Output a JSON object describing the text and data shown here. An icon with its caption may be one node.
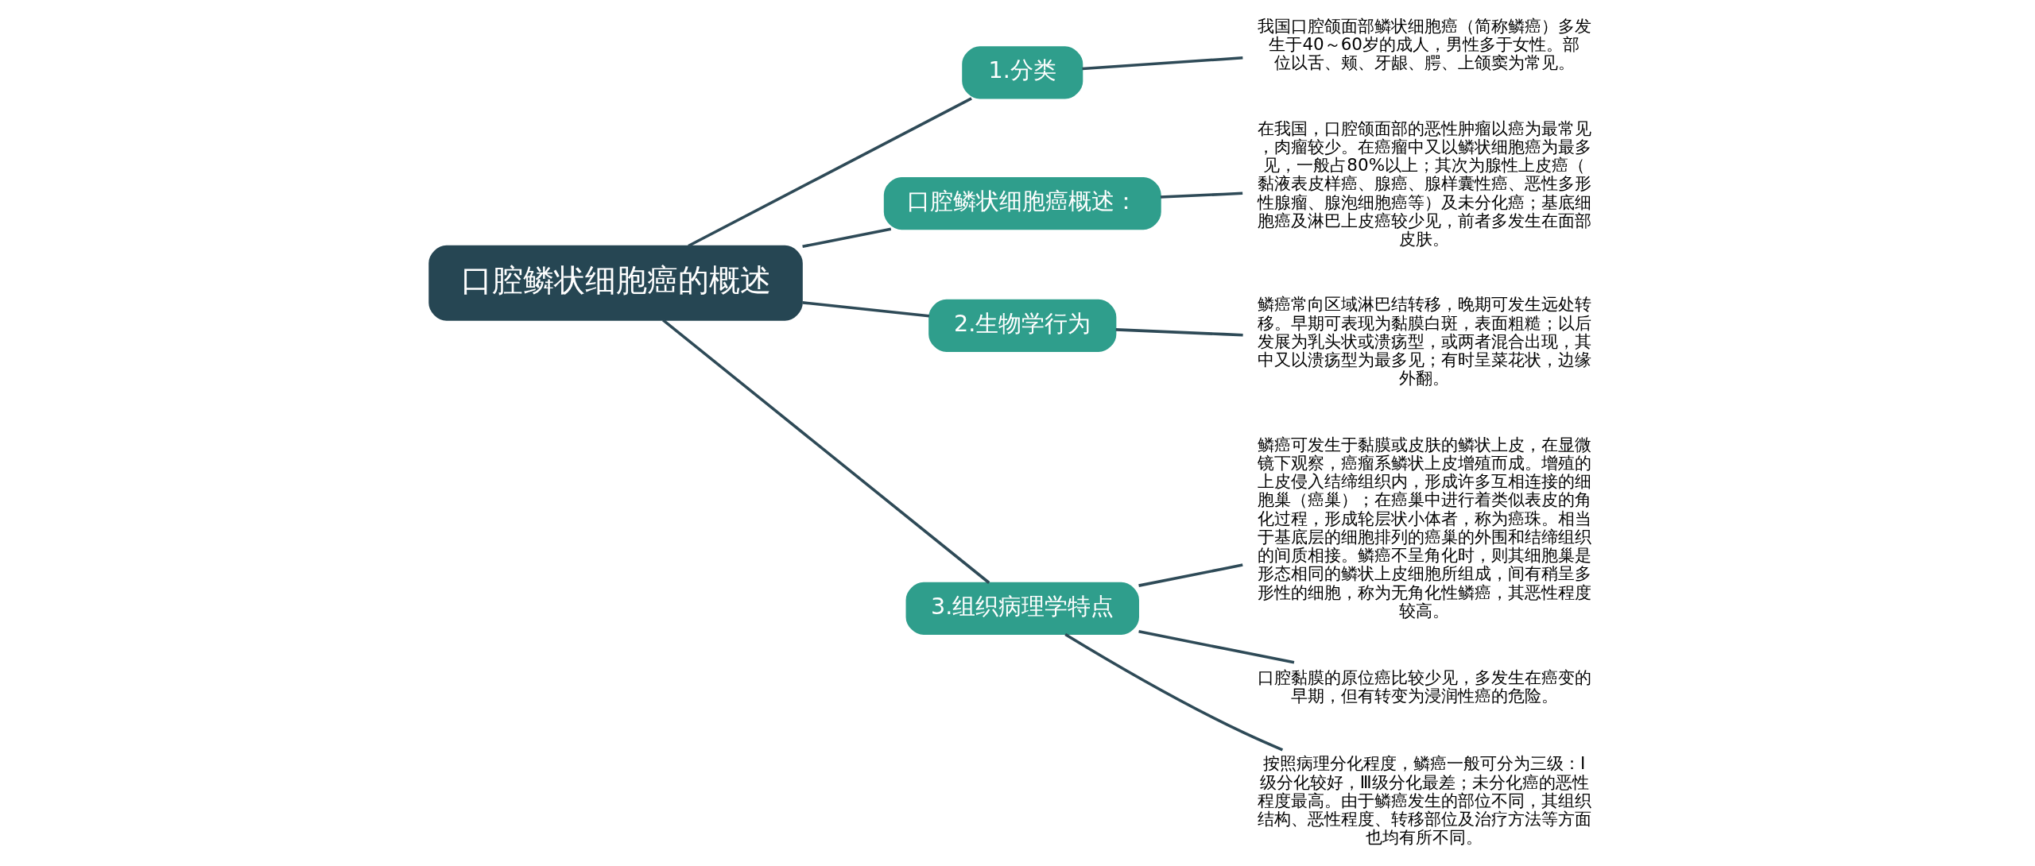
{
  "diagram": {
    "nodes": [
      {
        "text": [
          "口腔鳞状细胞癌的概述"
        ]
      },
      {
        "text": [
          "1.分类"
        ]
      },
      {
        "text": [
          "我国口腔颌面部鳞状细胞癌（简称鳞癌）多发生于40～60岁的成人，男性多于女性。部位以舌、颊、牙龈、腭、上颌窦为常见。"
        ]
      },
      {
        "text": [
          "口腔鳞状细胞癌概述："
        ]
      },
      {
        "text": [
          "在我国，口腔颌面部的恶性肿瘤以癌为最常见，肉瘤较少。在癌瘤中又以鳞状细胞癌为最多见，一般占80%以上；其次为腺性上皮癌（黏液表皮样癌、腺癌、腺样囊性癌、恶性多形性腺瘤、腺泡细胞癌等）及未分化癌；基底细胞癌及淋巴上皮癌较少见，前者多发生在面部皮肤。"
        ]
      },
      {
        "text": [
          "2.生物学行为"
        ]
      },
      {
        "text": [
          "鳞癌常向区域淋巴结转移，晚期可发生远处转移。早期可表现为黏膜白斑，表面粗糙；以后发展为乳头状或溃疡型，或两者混合出现，其中又以溃疡型为最多见；有时呈菜花状，边缘外翻。"
        ]
      },
      {
        "text": [
          "3.组织病理学特点"
        ]
      },
      {
        "text": [
          "鳞癌可发生于黏膜或皮肤的鳞状上皮，在显微镜下观察，癌瘤系鳞状上皮增殖而成。增殖的上皮侵入结缔组织内，形成许多互相连接的细胞巢（癌巢）；在癌巢中进行着类似表皮的角化过程，形成轮层状小体者，称为癌珠。相当于基底层的细胞排列的癌巢的外围和结缔组织的间质相接。鳞癌不呈角化时，则其细胞巢是形态相同的鳞状上皮细胞所组成，间有稍呈多形性的细胞，称为无角化性鳞癌，其恶性程度较高。"
        ]
      },
      {
        "text": [
          "口腔黏膜的原位癌比较少见，多发生在癌变的早期，但有转变为浸润性癌的危险。"
        ]
      },
      {
        "text": [
          "按照病理分化程度，鳞癌一般可分为三级：Ⅰ级分化较好，Ⅲ级分化最差；未分化癌的恶性程度最高。由于鳞癌发生的部位不同，其组织结构、恶性程度、转移部位及治疗方法等方面也均有所不同。"
        ]
      }
    ],
    "edges": [
      {
        "from": 0,
        "to": 1,
        "arrow": "none"
      },
      {
        "from": 1,
        "to": 2,
        "arrow": "none"
      },
      {
        "from": 0,
        "to": 3,
        "arrow": "none"
      },
      {
        "from": 3,
        "to": 4,
        "arrow": "none"
      },
      {
        "from": 0,
        "to": 5,
        "arrow": "none"
      },
      {
        "from": 5,
        "to": 6,
        "arrow": "none"
      },
      {
        "from": 0,
        "to": 7,
        "arrow": "none"
      },
      {
        "from": 7,
        "to": 8,
        "arrow": "none"
      },
      {
        "from": 7,
        "to": 9,
        "arrow": "none"
      },
      {
        "from": 7,
        "to": 10,
        "arrow": "none"
      }
    ]
  }
}
